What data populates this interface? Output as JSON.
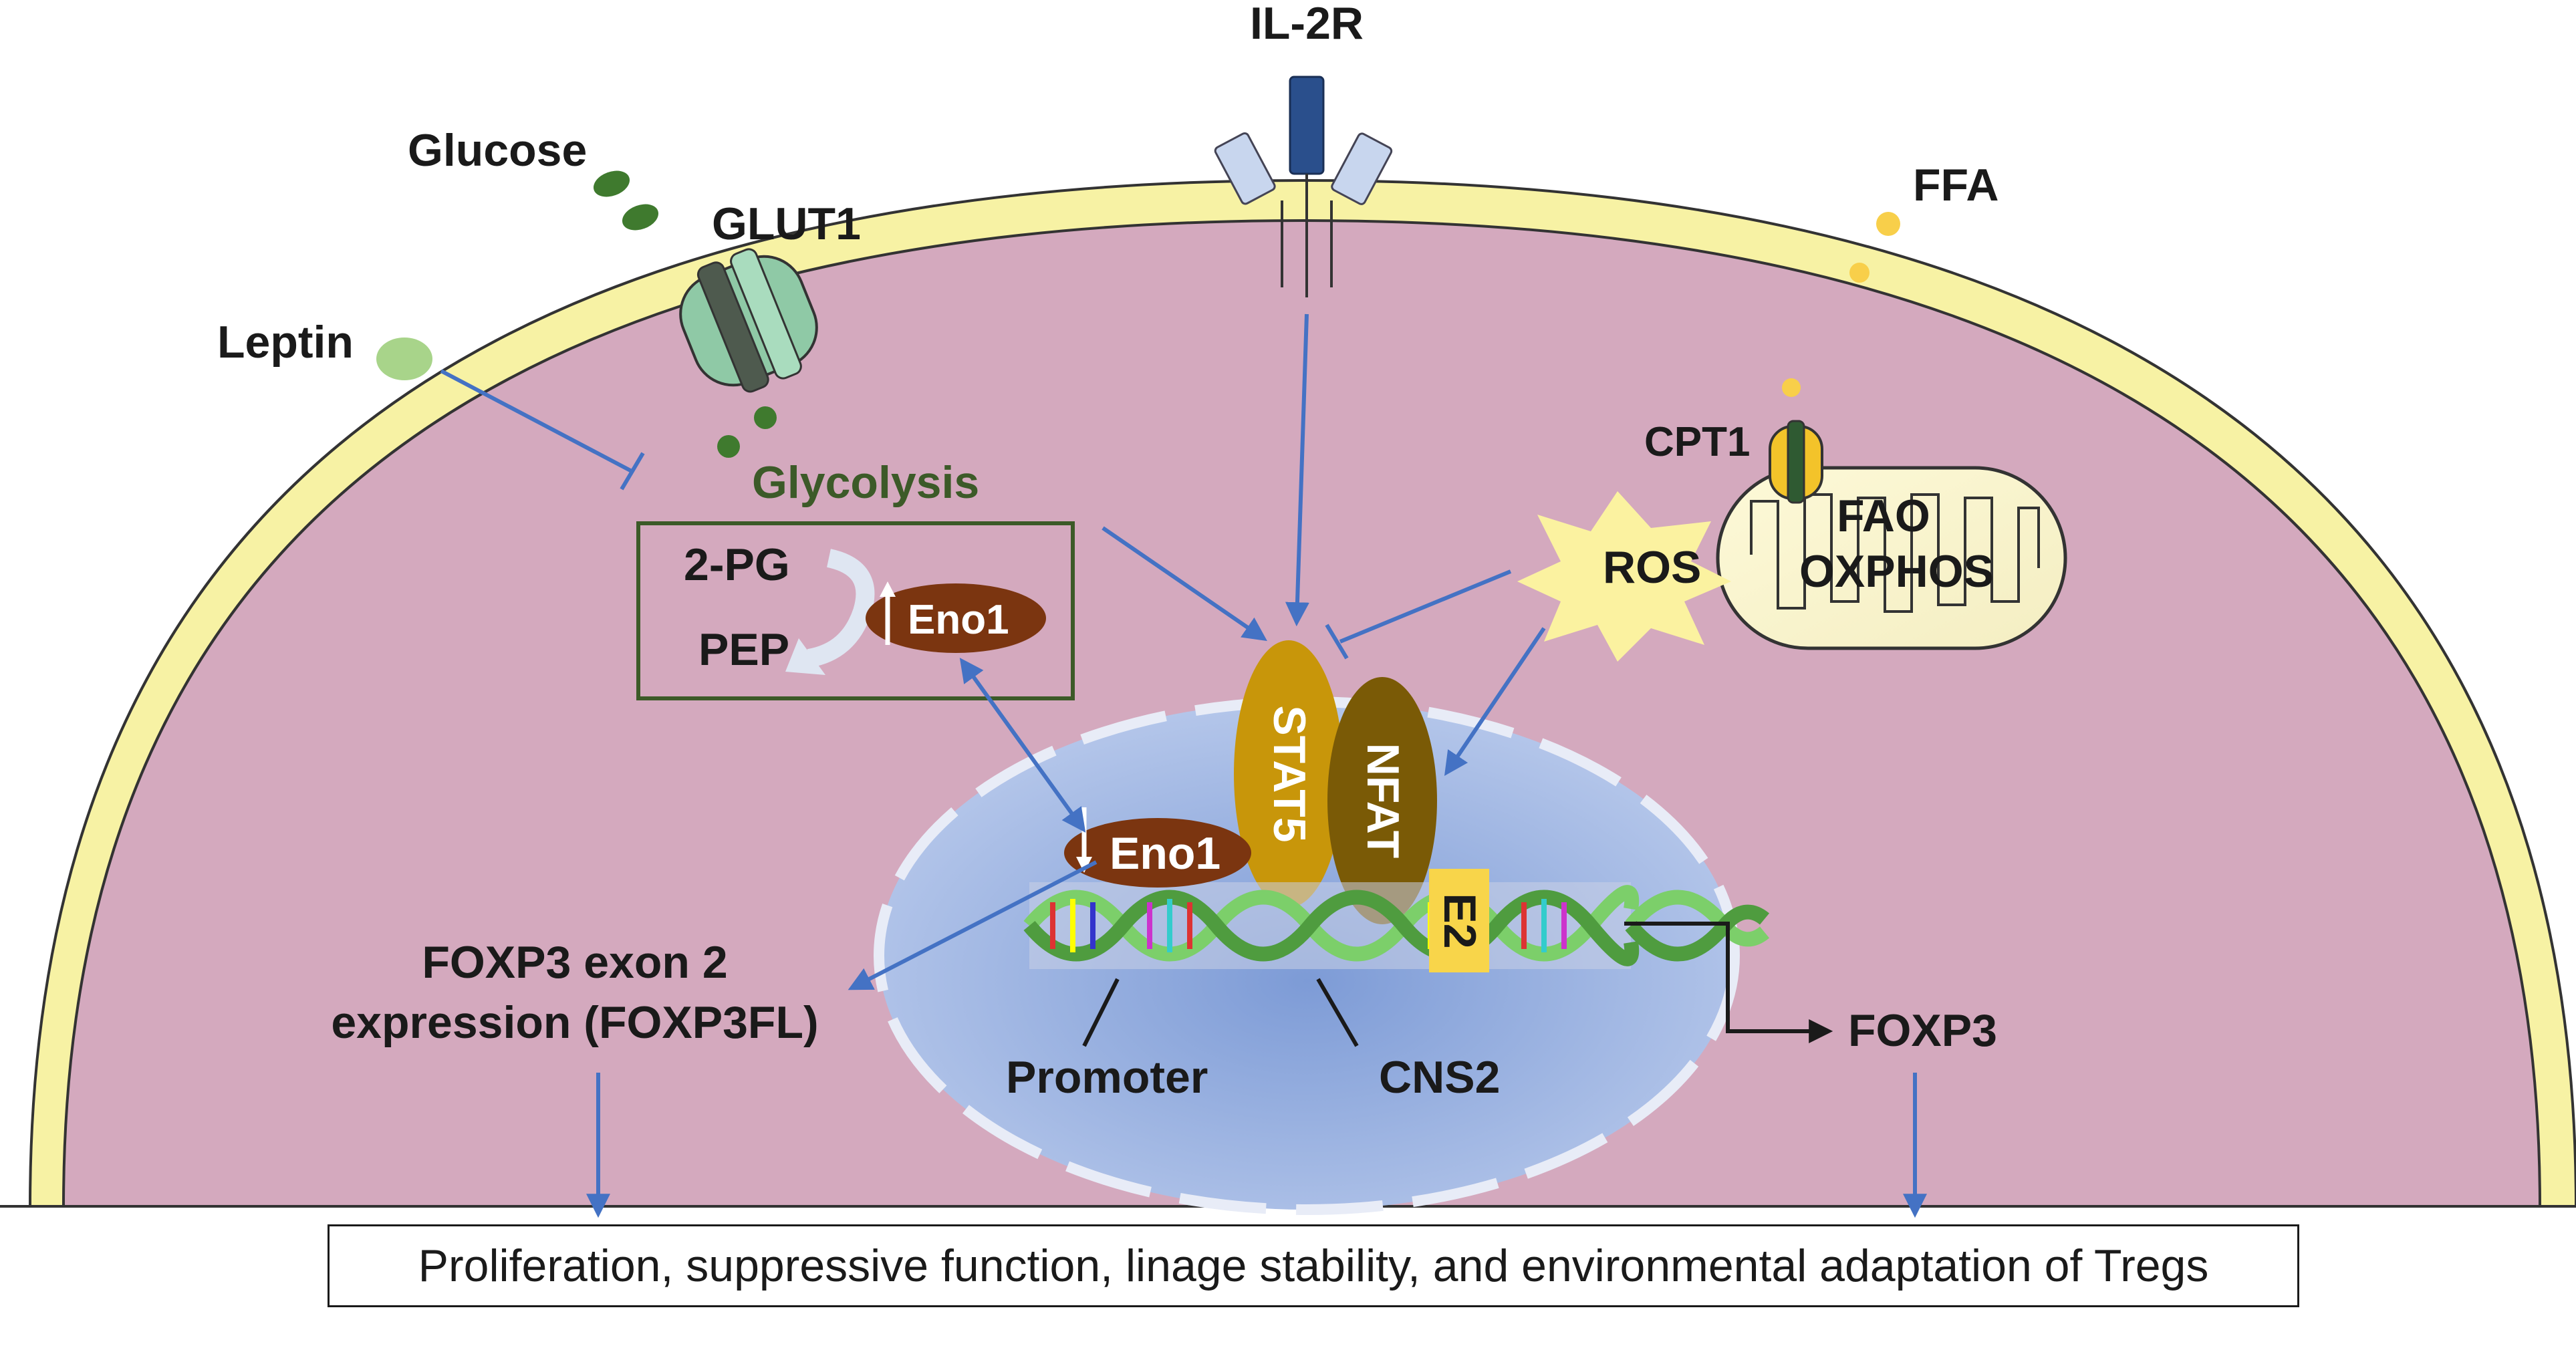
{
  "labels": {
    "il2r": "IL-2R",
    "glucose": "Glucose",
    "glut1": "GLUT1",
    "ffa": "FFA",
    "leptin": "Leptin",
    "cpt1": "CPT1",
    "glycolysis": "Glycolysis",
    "two_pg": "2-PG",
    "pep": "PEP",
    "eno1_cyto": "Eno1",
    "eno1_nuc": "Eno1",
    "ros": "ROS",
    "fao": "FAO",
    "oxphos": "OXPHOS",
    "stat5": "STAT5",
    "nfat": "NFAT",
    "e2": "E2",
    "foxp3_exon_line1": "FOXP3 exon 2",
    "foxp3_exon_line2": "expression (FOXP3FL)",
    "promoter": "Promoter",
    "cns2": "CNS2",
    "foxp3": "FOXP3"
  },
  "result_text": "Proliferation, suppressive function, linage stability, and environmental adaptation of Tregs",
  "colors": {
    "cytoplasm": "#d4a9be",
    "membrane": "#f7f2a4",
    "nucleus": "#9fb6e0",
    "arrow": "#4472c4",
    "stat5": "#c8960a",
    "nfat": "#7a5a06",
    "eno1": "#7b3510",
    "glycolysis_box": "#3c5a28",
    "ffa": "#f8cf4a",
    "receptor_dark": "#2a4f8c",
    "receptor_light": "#c8d6ee"
  }
}
